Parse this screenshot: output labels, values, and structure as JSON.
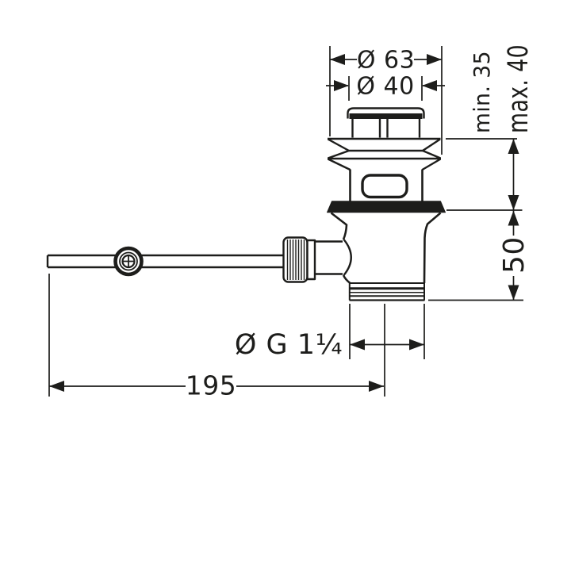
{
  "figure": {
    "type": "technical-dimension-drawing",
    "description": "Pop-up waste valve with horizontal pull rod, dimensional line drawing",
    "colors": {
      "ink": "#1d1d1b",
      "paper": "#ffffff"
    },
    "labels": {
      "cap_diameter": "Ø 63",
      "plug_diameter": "Ø 40",
      "min_depth": "min. 35",
      "max_depth": "max. 40",
      "body_height": "50",
      "outlet_thread": "Ø G 1¼",
      "rod_length": "195"
    }
  }
}
